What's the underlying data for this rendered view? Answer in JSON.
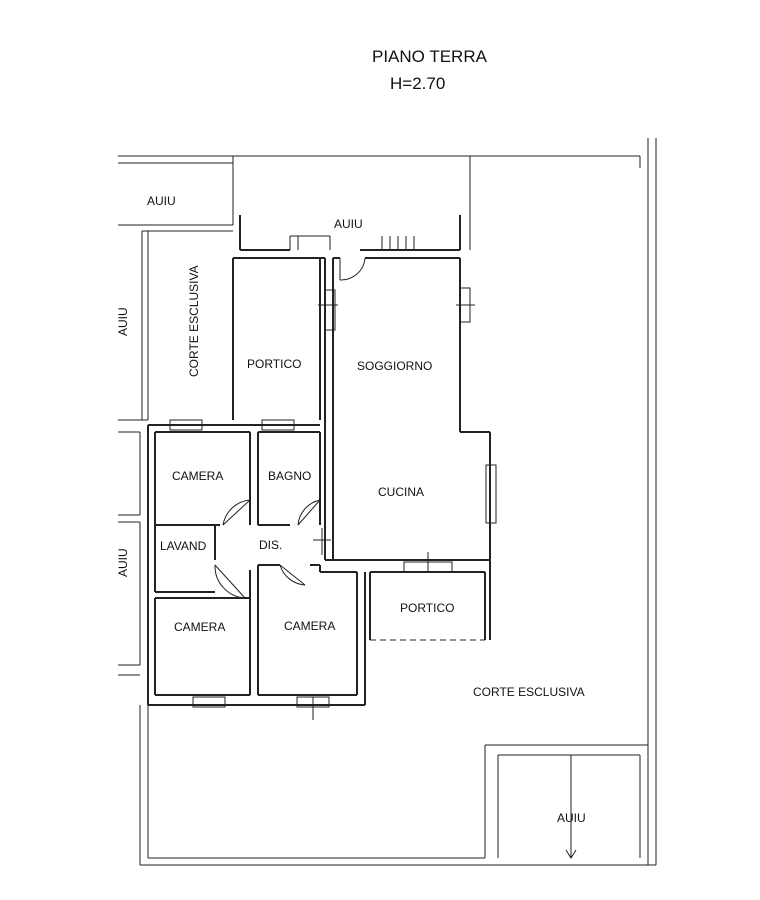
{
  "title": "PIANO TERRA",
  "height_label": "H=2.70",
  "labels": {
    "auiu_top_left": "AUIU",
    "auiu_top_center": "AUIU",
    "auiu_left_upper": "AUIU",
    "auiu_left_lower": "AUIU",
    "auiu_bottom_right": "AUIU",
    "corte_esclusiva_vertical": "CORTE ESCLUSIVA",
    "corte_esclusiva_main": "CORTE ESCLUSIVA",
    "portico_upper": "PORTICO",
    "portico_lower": "PORTICO",
    "soggiorno": "SOGGIORNO",
    "cucina": "CUCINA",
    "camera_upper": "CAMERA",
    "bagno": "BAGNO",
    "lavand": "LAVAND",
    "dis": "DIS.",
    "camera_lower_left": "CAMERA",
    "camera_lower_right": "CAMERA"
  }
}
